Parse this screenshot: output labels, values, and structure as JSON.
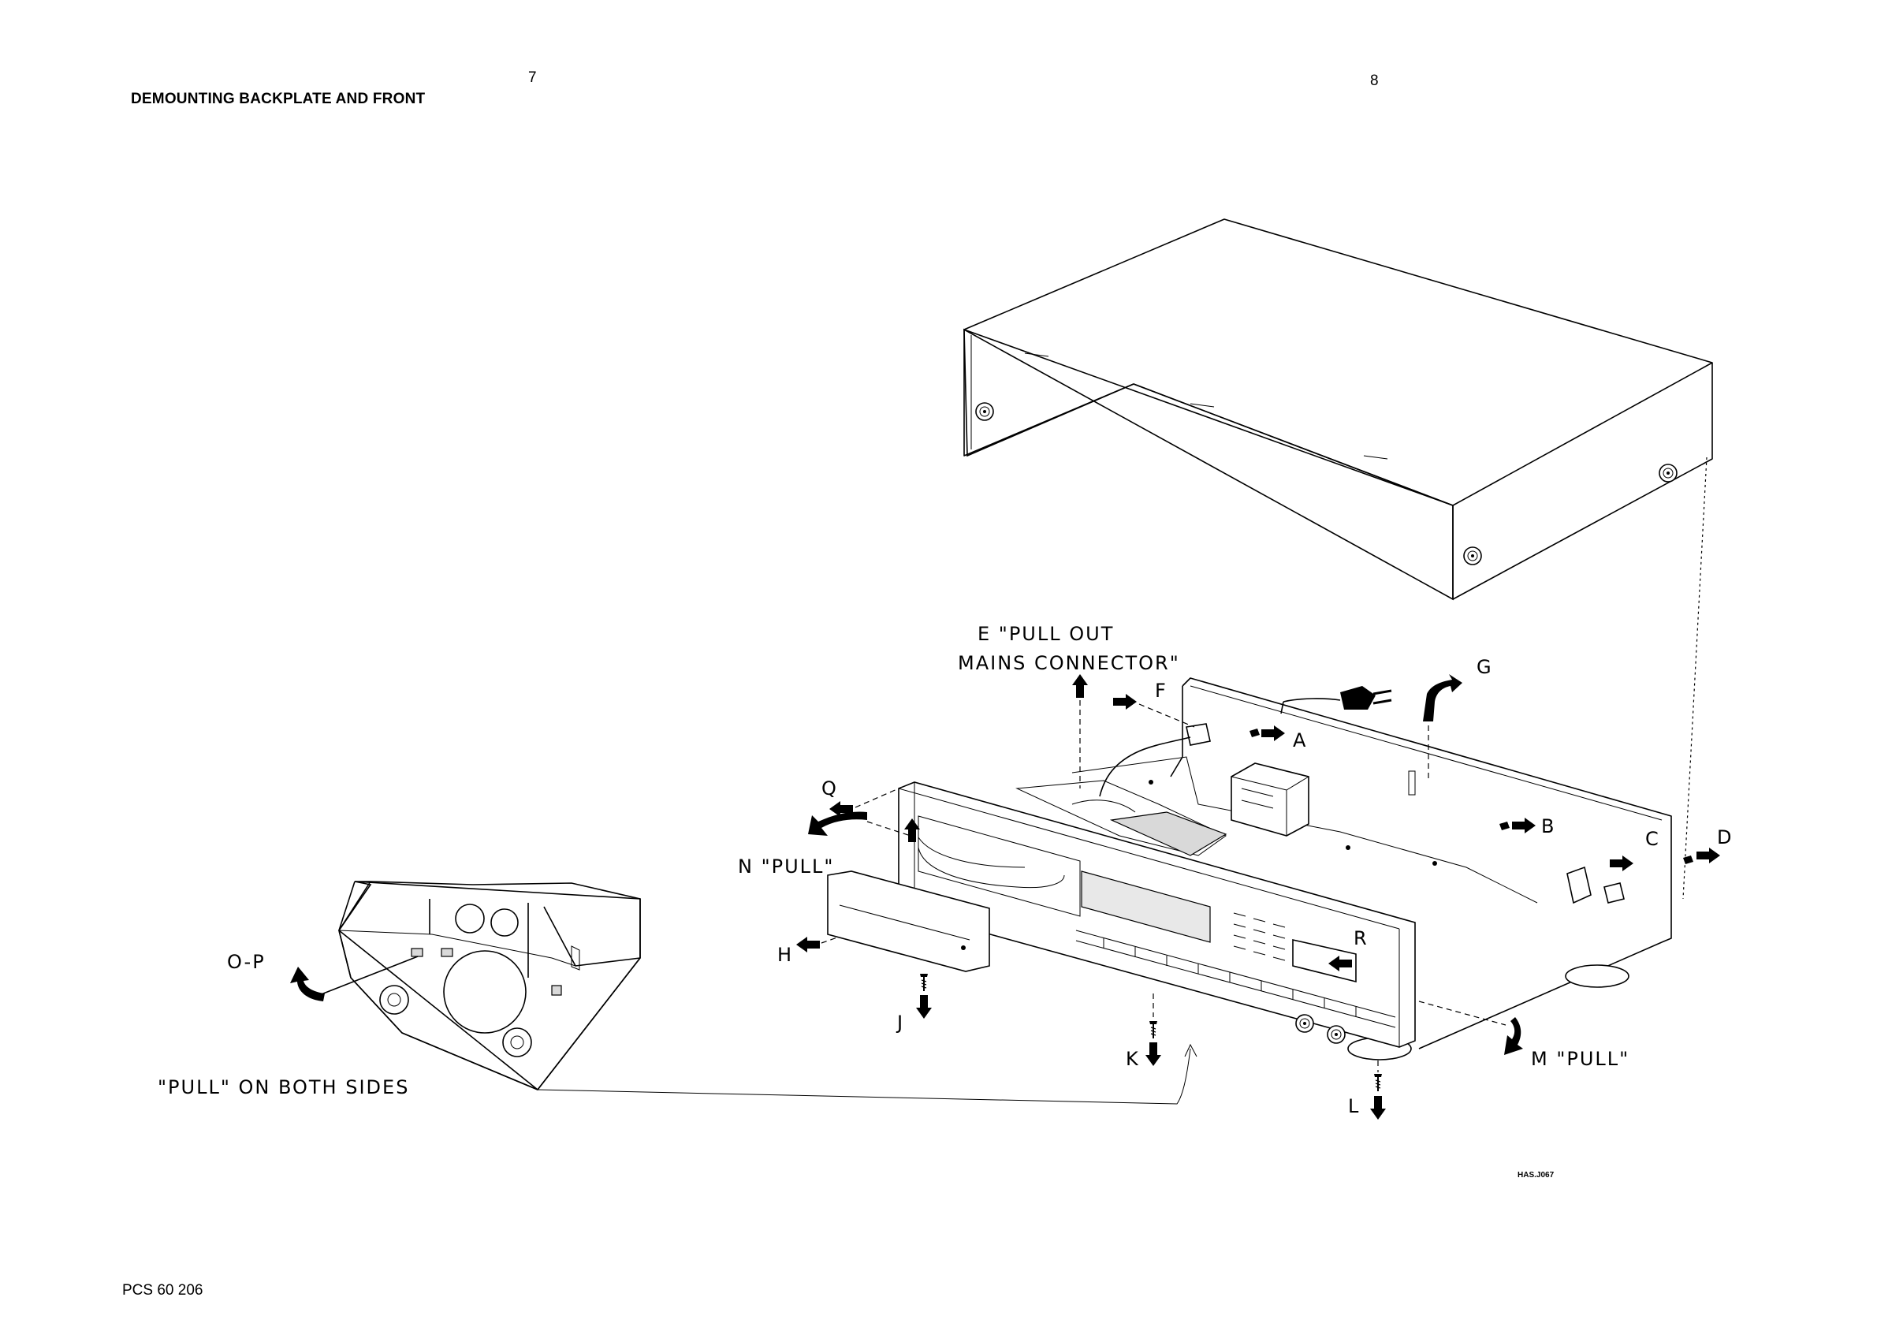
{
  "header": {
    "title": "DEMOUNTING BACKPLATE AND FRONT",
    "page_left": "7",
    "page_right": "8"
  },
  "footer": {
    "document_code": "PCS 60 206"
  },
  "diagram": {
    "drawing_ref": "HAS.J067",
    "labels": {
      "e_line1": "E \"PULL OUT",
      "e_line2": "MAINS CONNECTOR\"",
      "f": "F",
      "g": "G",
      "a": "A",
      "b": "B",
      "c": "C",
      "d": "D",
      "q": "Q",
      "n": "N \"PULL\"",
      "h": "H",
      "j": "J",
      "k": "K",
      "l": "L",
      "m": "M \"PULL\"",
      "r": "R",
      "op": "O-P",
      "pull_both": "\"PULL\" ON BOTH SIDES"
    }
  }
}
